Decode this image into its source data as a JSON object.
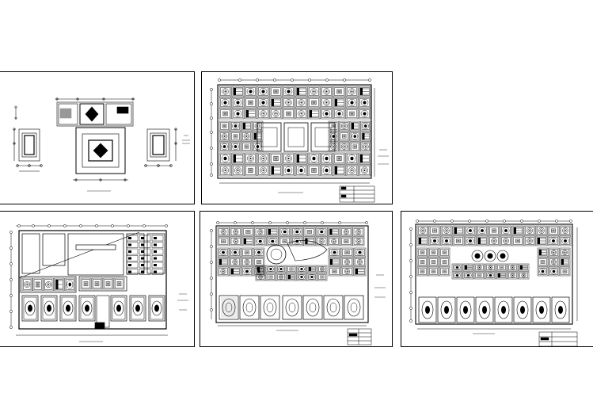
{
  "drawing_set": {
    "sheets": [
      {
        "id": "sheet-1",
        "title": "",
        "notes": []
      },
      {
        "id": "sheet-2",
        "title": "",
        "notes": []
      },
      {
        "id": "sheet-3",
        "title": "",
        "notes": []
      },
      {
        "id": "sheet-4",
        "title": "",
        "notes": []
      },
      {
        "id": "sheet-5",
        "title": "",
        "notes": []
      }
    ]
  },
  "colors": {
    "ink": "#000000",
    "paper": "#ffffff"
  }
}
